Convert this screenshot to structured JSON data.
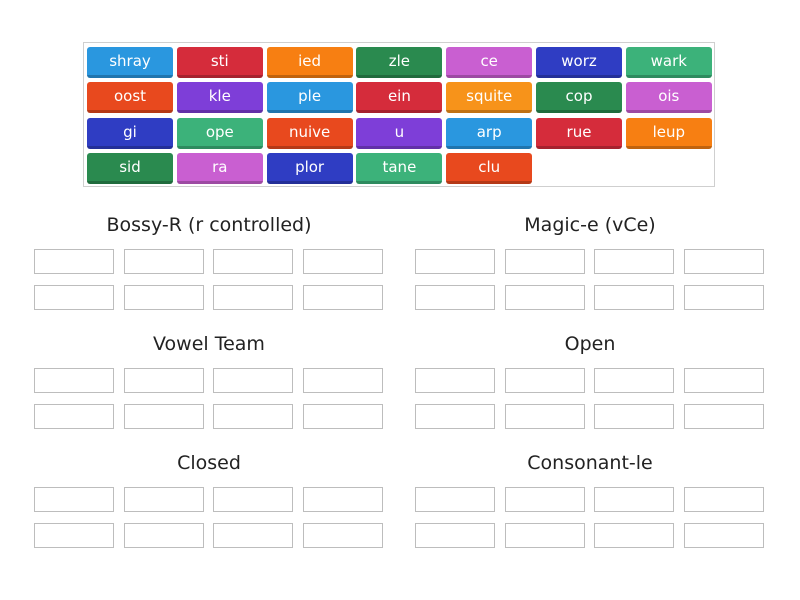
{
  "tiles": [
    {
      "text": "shray",
      "color": "#2a97df"
    },
    {
      "text": "sti",
      "color": "#d52c3b"
    },
    {
      "text": "ied",
      "color": "#f77f12"
    },
    {
      "text": "zle",
      "color": "#2a8a4f"
    },
    {
      "text": "ce",
      "color": "#c95fd1"
    },
    {
      "text": "worz",
      "color": "#2f3dc3"
    },
    {
      "text": "wark",
      "color": "#3cb27a"
    },
    {
      "text": "oost",
      "color": "#e8491e"
    },
    {
      "text": "kle",
      "color": "#7e3ed8"
    },
    {
      "text": "ple",
      "color": "#2a97df"
    },
    {
      "text": "ein",
      "color": "#d52c3b"
    },
    {
      "text": "squite",
      "color": "#f7931a"
    },
    {
      "text": "cop",
      "color": "#2a8a4f"
    },
    {
      "text": "ois",
      "color": "#c95fd1"
    },
    {
      "text": "gi",
      "color": "#2f3dc3"
    },
    {
      "text": "ope",
      "color": "#3cb27a"
    },
    {
      "text": "nuive",
      "color": "#e8491e"
    },
    {
      "text": "u",
      "color": "#7e3ed8"
    },
    {
      "text": "arp",
      "color": "#2a97df"
    },
    {
      "text": "rue",
      "color": "#d52c3b"
    },
    {
      "text": "leup",
      "color": "#f77f12"
    },
    {
      "text": "sid",
      "color": "#2a8a4f"
    },
    {
      "text": "ra",
      "color": "#c95fd1"
    },
    {
      "text": "plor",
      "color": "#2f3dc3"
    },
    {
      "text": "tane",
      "color": "#3cb27a"
    },
    {
      "text": "clu",
      "color": "#e8491e"
    }
  ],
  "groups": [
    {
      "title": "Bossy-R (r controlled)"
    },
    {
      "title": "Magic-e (vCe)"
    },
    {
      "title": "Vowel Team"
    },
    {
      "title": "Open"
    },
    {
      "title": "Closed"
    },
    {
      "title": "Consonant-le"
    }
  ]
}
